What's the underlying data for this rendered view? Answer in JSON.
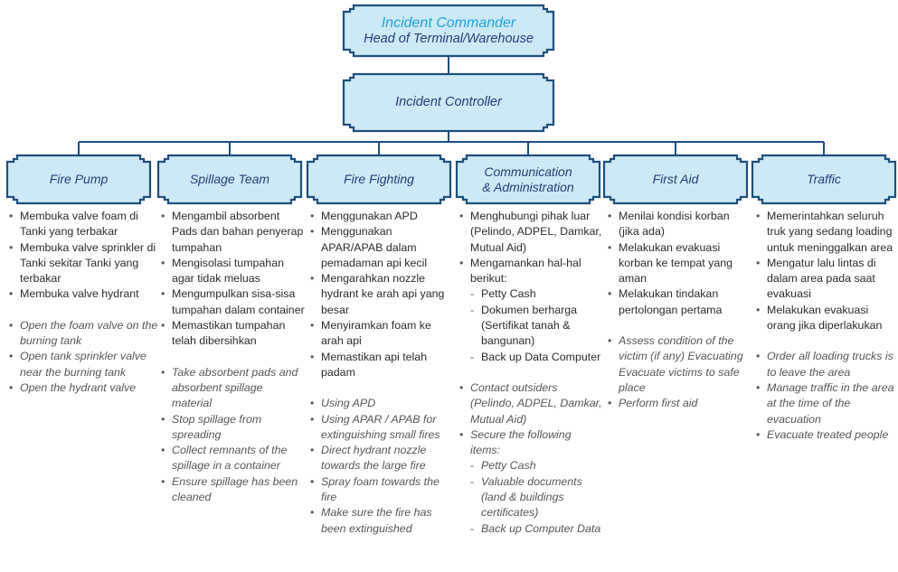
{
  "colors": {
    "box_fill": "#cde9f5",
    "box_stroke": "#1d4f7e",
    "title_accent": "#1fa0d8",
    "title_text": "#1f3f78",
    "connector": "#1d4f7e"
  },
  "top": {
    "commander": {
      "title": "Incident Commander",
      "subtitle": "Head of Terminal/Warehouse"
    },
    "controller": {
      "title": "Incident Controller"
    }
  },
  "teams": [
    {
      "title": "Fire Pump",
      "id_items": [
        {
          "text": "Membuka valve foam di Tanki yang terbakar"
        },
        {
          "text": "Membuka valve sprinkler di Tanki sekitar Tanki yang terbakar"
        },
        {
          "text": "Membuka valve hydrant"
        }
      ],
      "en_items": [
        {
          "text": "Open the foam valve on the burning tank"
        },
        {
          "text": "Open tank sprinkler valve near the burning tank"
        },
        {
          "text": "Open the hydrant valve"
        }
      ]
    },
    {
      "title": "Spillage Team",
      "id_items": [
        {
          "text": "Mengambil absorbent Pads dan bahan penyerap tumpahan"
        },
        {
          "text": "Mengisolasi tumpahan agar tidak meluas"
        },
        {
          "text": "Mengumpulkan sisa-sisa tumpahan dalam container"
        },
        {
          "text": "Memastikan tumpahan telah dibersihkan"
        }
      ],
      "en_items": [
        {
          "text": "Take absorbent pads and absorbent spillage material"
        },
        {
          "text": "Stop spillage from spreading"
        },
        {
          "text": "Collect remnants of the spillage in a container"
        },
        {
          "text": "Ensure spillage has been cleaned"
        }
      ]
    },
    {
      "title": "Fire Fighting",
      "id_items": [
        {
          "text": "Menggunakan APD"
        },
        {
          "text": "Menggunakan APAR/APAB dalam pemadaman api kecil"
        },
        {
          "text": "Mengarahkan nozzle hydrant ke arah api yang besar"
        },
        {
          "text": "Menyiramkan foam ke arah api"
        },
        {
          "text": "Memastikan api telah padam"
        }
      ],
      "en_items": [
        {
          "text": "Using APD"
        },
        {
          "text": "Using APAR / APAB for extinguishing small fires"
        },
        {
          "text": "Direct hydrant nozzle towards the large fire"
        },
        {
          "text": "Spray foam towards the fire"
        },
        {
          "text": "Make sure the fire has been extinguished"
        }
      ]
    },
    {
      "title": "Communication & Administration",
      "title_line1": "Communication",
      "title_line2": "& Administration",
      "id_items": [
        {
          "text": "Menghubungi pihak luar (Pelindo, ADPEL, Damkar, Mutual Aid)"
        },
        {
          "text": "Mengamankan hal-hal berikut:"
        },
        {
          "text": "Petty Cash",
          "sub": true
        },
        {
          "text": "Dokumen berharga (Sertifikat tanah & bangunan)",
          "sub": true
        },
        {
          "text": "Back up Data Computer",
          "sub": true
        }
      ],
      "en_items": [
        {
          "text": "Contact outsiders (Pelindo, ADPEL, Damkar, Mutual Aid)"
        },
        {
          "text": "Secure the following items:"
        },
        {
          "text": "Petty Cash",
          "sub": true
        },
        {
          "text": "Valuable documents (land & buildings certificates)",
          "sub": true
        },
        {
          "text": "Back up Computer Data",
          "sub": true
        }
      ]
    },
    {
      "title": "First Aid",
      "id_items": [
        {
          "text": "Menilai kondisi korban (jika ada)"
        },
        {
          "text": "Melakukan evakuasi korban ke tempat yang aman"
        },
        {
          "text": "Melakukan tindakan pertolongan pertama"
        }
      ],
      "en_items": [
        {
          "text": "Assess condition of the victim (if any) Evacuating Evacuate victims to safe place"
        },
        {
          "text": "Perform first aid"
        }
      ]
    },
    {
      "title": "Traffic",
      "id_items": [
        {
          "text": "Memerintahkan seluruh truk yang sedang loading untuk meninggalkan area"
        },
        {
          "text": "Mengatur lalu lintas di dalam area pada saat evakuasi"
        },
        {
          "text": "Melakukan evakuasi orang jika diperlakukan"
        }
      ],
      "en_items": [
        {
          "text": "Order all loading trucks is to leave the area"
        },
        {
          "text": "Manage traffic in the area at the time of the evacuation"
        },
        {
          "text": "Evacuate treated people"
        }
      ]
    }
  ]
}
